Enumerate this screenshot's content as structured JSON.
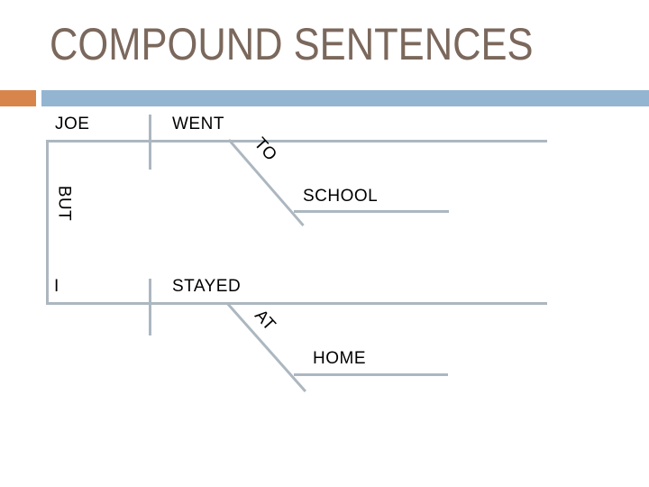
{
  "slide": {
    "title": "COMPOUND SENTENCES",
    "colors": {
      "title_text": "#7B685C",
      "accent_orange": "#D8854C",
      "accent_blue": "#94B5D2",
      "diagram_line": "#ACB7C0",
      "diagram_text": "#000000"
    }
  },
  "diagram": {
    "conjunction": "BUT",
    "clause1": {
      "subject": "JOE",
      "verb": "WENT",
      "preposition": "TO",
      "object": "SCHOOL"
    },
    "clause2": {
      "subject": "I",
      "verb": "STAYED",
      "preposition": "AT",
      "object": "HOME"
    }
  }
}
